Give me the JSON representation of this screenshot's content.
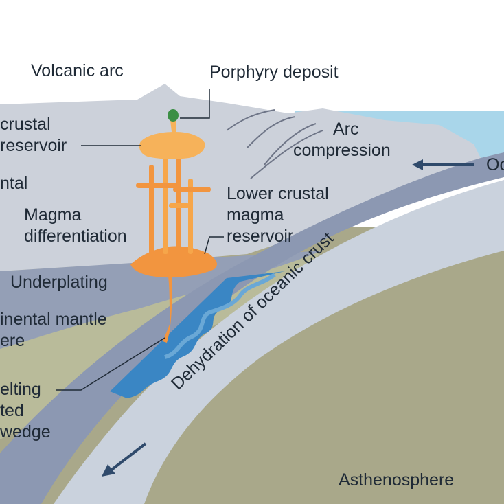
{
  "labels": {
    "volcanic_arc": "Volcanic arc",
    "porphyry_deposit": "Porphyry deposit",
    "upper_reservoir": [
      "crustal",
      "reservoir"
    ],
    "continental": "ntal",
    "arc_compression": [
      "Arc",
      "compression"
    ],
    "oceanic": "Oc",
    "magma_differentiation": [
      "Magma",
      "differentiation"
    ],
    "lower_reservoir": [
      "Lower crustal",
      "magma",
      "reservoir"
    ],
    "underplating": "Underplating",
    "mantle_lithosphere": [
      "inental mantle",
      "ere"
    ],
    "dehydration": "Dehydration of oceanic crust",
    "wedge_melting": [
      "elting",
      "ted",
      "wedge"
    ],
    "asthenosphere": "Asthenosphere"
  },
  "colors": {
    "sky": "#ffffff",
    "ocean": "#a9d6ea",
    "continental_crust": "#ccd1da",
    "lower_crust": "#949fb6",
    "mantle_lithosphere": "#b9bb9a",
    "asthenosphere": "#a9a88a",
    "slab_upper": "#cad2dd",
    "slab_lower": "#8c98b2",
    "fluids": "#3a86c4",
    "magma": "#f2953f",
    "magma_light": "#f6b25a",
    "deposit": "#3c8f45",
    "steam": "#ffffff",
    "arrow": "#2f4a6b",
    "text": "#1f2a36"
  }
}
